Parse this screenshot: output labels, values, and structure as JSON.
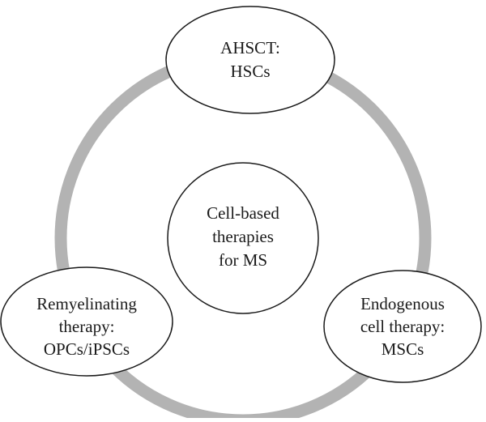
{
  "colors": {
    "ring": "#b3b3b3",
    "node_stroke": "#1a1a1a",
    "node_fill": "#ffffff",
    "text": "#1a1a1a"
  },
  "center": {
    "lines": [
      "Cell-based",
      "therapies",
      "for MS"
    ]
  },
  "nodes": {
    "top": {
      "lines": [
        "AHSCT:",
        "HSCs"
      ]
    },
    "left": {
      "lines": [
        "Remyelinating",
        "therapy:",
        "OPCs/iPSCs"
      ]
    },
    "right": {
      "lines": [
        "Endogenous",
        "cell therapy:",
        "MSCs"
      ]
    }
  }
}
